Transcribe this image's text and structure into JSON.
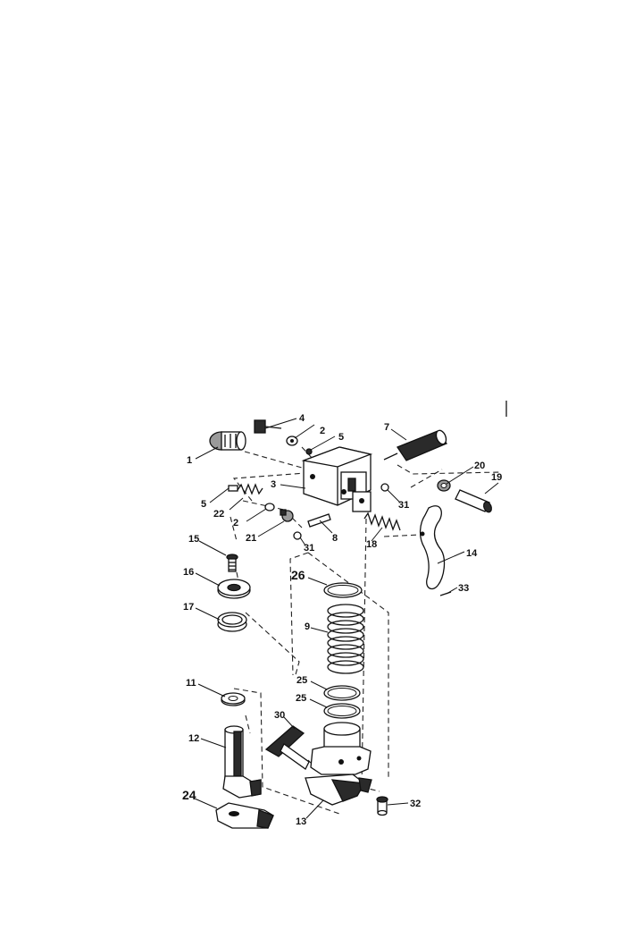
{
  "parts": [
    {
      "id": "p1",
      "label": "1"
    },
    {
      "id": "p2a",
      "label": "2"
    },
    {
      "id": "p2b",
      "label": "2"
    },
    {
      "id": "p3",
      "label": "3"
    },
    {
      "id": "p4",
      "label": "4"
    },
    {
      "id": "p5a",
      "label": "5"
    },
    {
      "id": "p5b",
      "label": "5"
    },
    {
      "id": "p7",
      "label": "7"
    },
    {
      "id": "p8",
      "label": "8"
    },
    {
      "id": "p9",
      "label": "9"
    },
    {
      "id": "p11",
      "label": "11"
    },
    {
      "id": "p12",
      "label": "12"
    },
    {
      "id": "p13",
      "label": "13"
    },
    {
      "id": "p14",
      "label": "14"
    },
    {
      "id": "p15",
      "label": "15"
    },
    {
      "id": "p16",
      "label": "16"
    },
    {
      "id": "p17",
      "label": "17"
    },
    {
      "id": "p18",
      "label": "18"
    },
    {
      "id": "p19",
      "label": "19"
    },
    {
      "id": "p20",
      "label": "20"
    },
    {
      "id": "p21",
      "label": "21"
    },
    {
      "id": "p22",
      "label": "22"
    },
    {
      "id": "p24",
      "label": "24"
    },
    {
      "id": "p25a",
      "label": "25"
    },
    {
      "id": "p25b",
      "label": "25"
    },
    {
      "id": "p26",
      "label": "26"
    },
    {
      "id": "p30",
      "label": "30"
    },
    {
      "id": "p31a",
      "label": "31"
    },
    {
      "id": "p31b",
      "label": "31"
    },
    {
      "id": "p32",
      "label": "32"
    },
    {
      "id": "p33",
      "label": "33"
    }
  ]
}
